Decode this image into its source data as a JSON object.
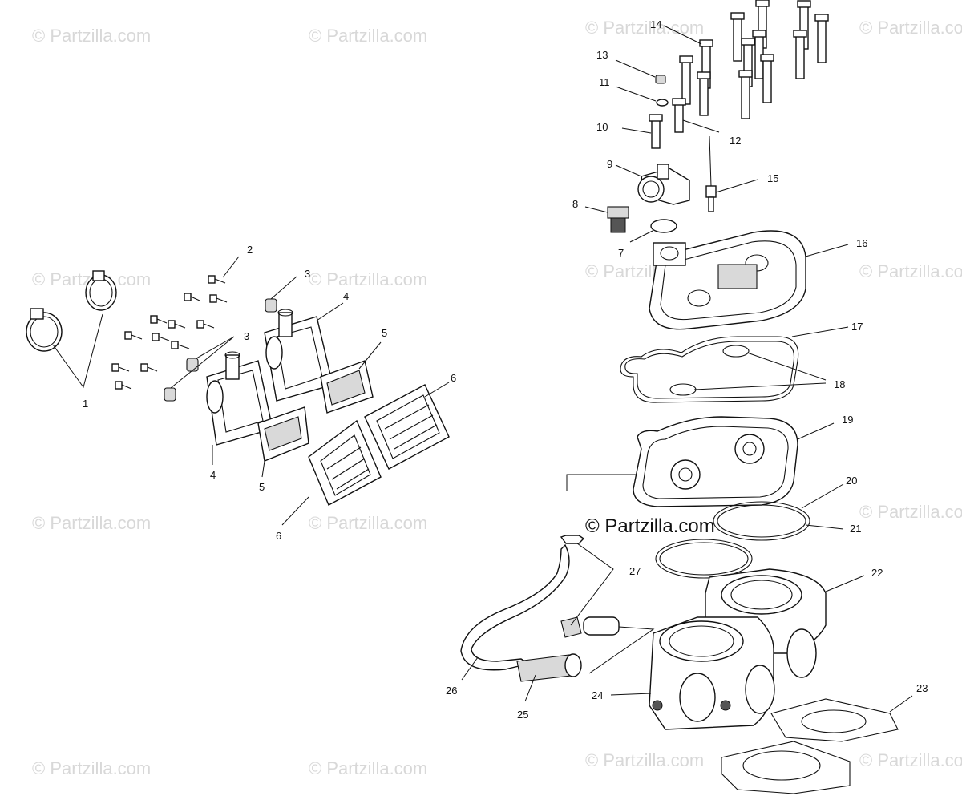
{
  "watermark_text": "© Partzilla.com",
  "credit_text": "© Partzilla.com",
  "callouts": [
    "1",
    "2",
    "3",
    "3",
    "4",
    "4",
    "5",
    "5",
    "6",
    "6",
    "7",
    "8",
    "9",
    "10",
    "11",
    "12",
    "13",
    "14",
    "15",
    "16",
    "17",
    "18",
    "19",
    "20",
    "21",
    "22",
    "23",
    "24",
    "25",
    "26",
    "27"
  ]
}
